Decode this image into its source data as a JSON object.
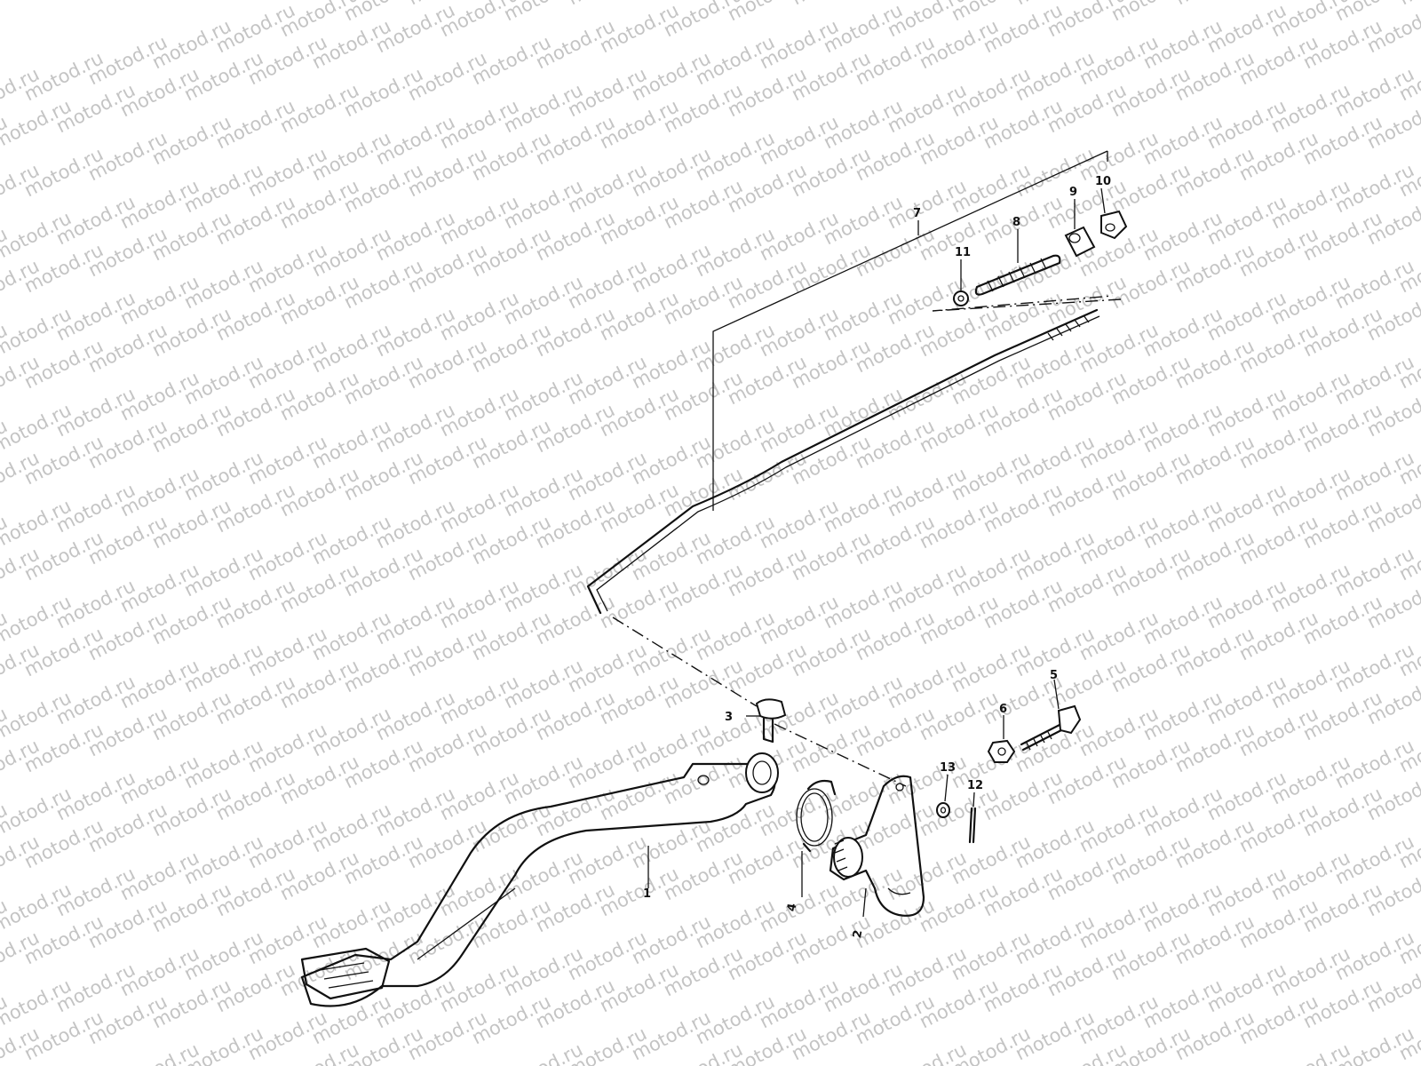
{
  "watermark": {
    "text": "motod.ru",
    "color": "#c4c4c4"
  },
  "callouts": {
    "p1": "1",
    "p2": "2",
    "p3": "3",
    "p4": "4",
    "p5": "5",
    "p6": "6",
    "p7": "7",
    "p8": "8",
    "p9": "9",
    "p10": "10",
    "p11": "11",
    "p12": "12",
    "p13": "13"
  }
}
